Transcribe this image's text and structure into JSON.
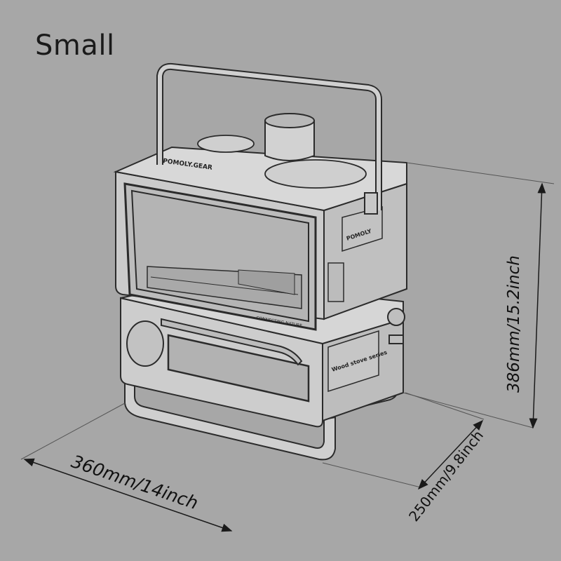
{
  "title": "Small",
  "dimensions": {
    "width": "360mm/14inch",
    "depth": "250mm/9.8inch",
    "height": "386mm/15.2inch"
  },
  "stove_labels": {
    "brand_top": "POMOLY.GEAR",
    "brand_side": "POMOLY",
    "slogan": "CONNECTING NATURE",
    "side_plate": "Wood stove series"
  },
  "colors": {
    "background": "#a7a7a7",
    "body": "#c9c9c9",
    "line": "#2b2b2b",
    "glass": "#b4b4b4"
  }
}
